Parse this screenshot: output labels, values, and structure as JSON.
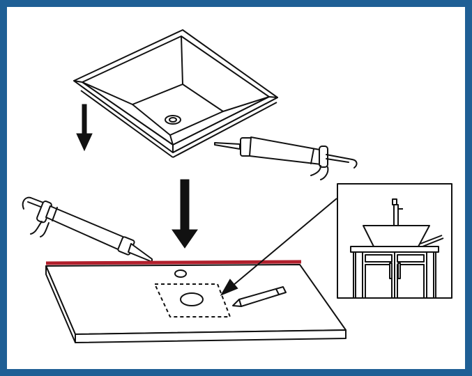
{
  "diagram": {
    "colors": {
      "frame_border": "#1f5f95",
      "background": "#ffffff",
      "ink": "#111111",
      "caulk_line": "#b11f2c",
      "arrow_fill": "#111111"
    },
    "icons": [
      "vessel-sink",
      "caulk-gun",
      "countertop",
      "pencil",
      "vanity-inset",
      "down-arrow",
      "callout-arrow"
    ]
  }
}
